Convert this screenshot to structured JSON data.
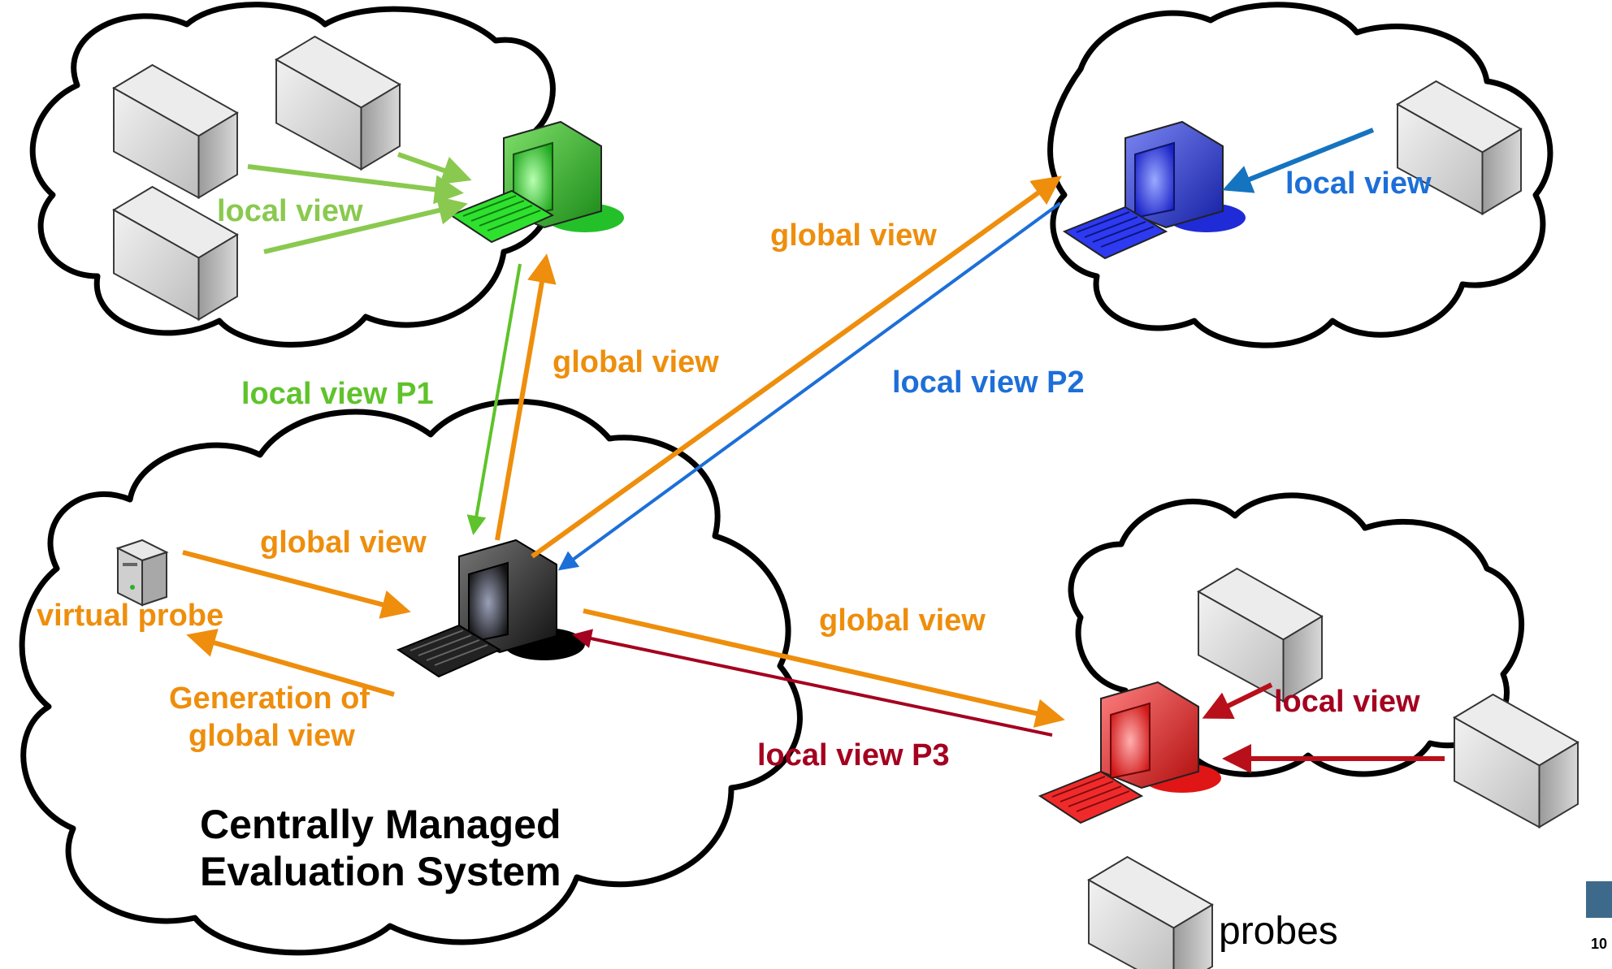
{
  "colors": {
    "green": "#5fc32b",
    "light_green": "#8ac94f",
    "orange": "#ee8e0c",
    "blue": "#1d6fd8",
    "dark_blue": "#1574c0",
    "red": "#a4001f",
    "dark_red": "#b8101a"
  },
  "clouds": {
    "p1": {
      "labels": {
        "local_view": "local view"
      },
      "icons": [
        "probe-box-icon",
        "probe-box-icon",
        "probe-box-icon",
        "green-computer-icon"
      ]
    },
    "p2": {
      "labels": {
        "local_view": "local view"
      },
      "icons": [
        "probe-box-icon",
        "blue-computer-icon"
      ]
    },
    "p3": {
      "labels": {
        "local_view": "local view"
      },
      "icons": [
        "probe-box-icon",
        "probe-box-icon",
        "red-computer-icon"
      ]
    },
    "central": {
      "title_line1": "Centrally Managed",
      "title_line2": "Evaluation System",
      "virtual_probe": "virtual probe",
      "global_view": "global view",
      "generation_line1": "Generation of",
      "generation_line2": "global view",
      "icons": [
        "virtual-probe-icon",
        "black-computer-icon"
      ]
    }
  },
  "links": {
    "p1_local": "local view P1",
    "p1_global": "global view",
    "p2_local": "local view P2",
    "p2_global": "global view",
    "p3_local": "local view P3",
    "p3_global": "global view"
  },
  "legend": {
    "probes": "probes"
  },
  "footer": {
    "page_number": "10"
  }
}
